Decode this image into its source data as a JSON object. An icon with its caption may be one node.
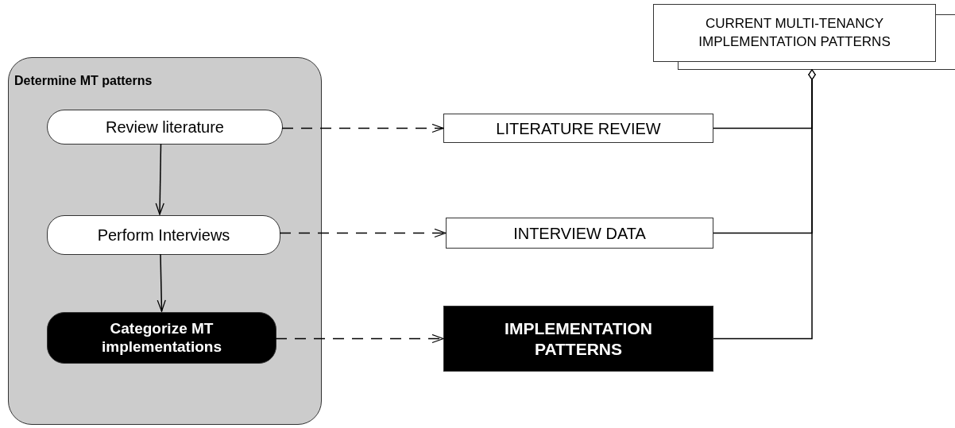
{
  "diagram": {
    "nodes": [
      {
        "text": [
          "Determine MT patterns"
        ]
      },
      {
        "text": [
          "Review literature"
        ],
        "in": 0
      },
      {
        "text": [
          "Perform Interviews"
        ],
        "in": 0
      },
      {
        "text": [
          "Categorize MT implementations"
        ],
        "in": 0
      },
      {
        "text": [
          "CURRENT MULTI-TENANCY IMPLEMENTATION PATTERNS"
        ]
      },
      {
        "text": [
          "LITERATURE REVIEW"
        ]
      },
      {
        "text": [
          "INTERVIEW DATA"
        ]
      },
      {
        "text": [
          "IMPLEMENTATION PATTERNS"
        ]
      }
    ],
    "edges": [
      {
        "from": 1,
        "to": 2,
        "arrow": "to"
      },
      {
        "from": 2,
        "to": 3,
        "arrow": "to"
      },
      {
        "from": 1,
        "to": 5,
        "arrow": "to",
        "style": "dashed"
      },
      {
        "from": 2,
        "to": 6,
        "arrow": "to",
        "style": "dashed"
      },
      {
        "from": 3,
        "to": 7,
        "arrow": "to",
        "style": "dashed"
      },
      {
        "from": 5,
        "to": 4,
        "arrow": "other"
      },
      {
        "from": 6,
        "to": 4,
        "arrow": "other"
      },
      {
        "from": 7,
        "to": 4,
        "arrow": "other"
      }
    ]
  }
}
